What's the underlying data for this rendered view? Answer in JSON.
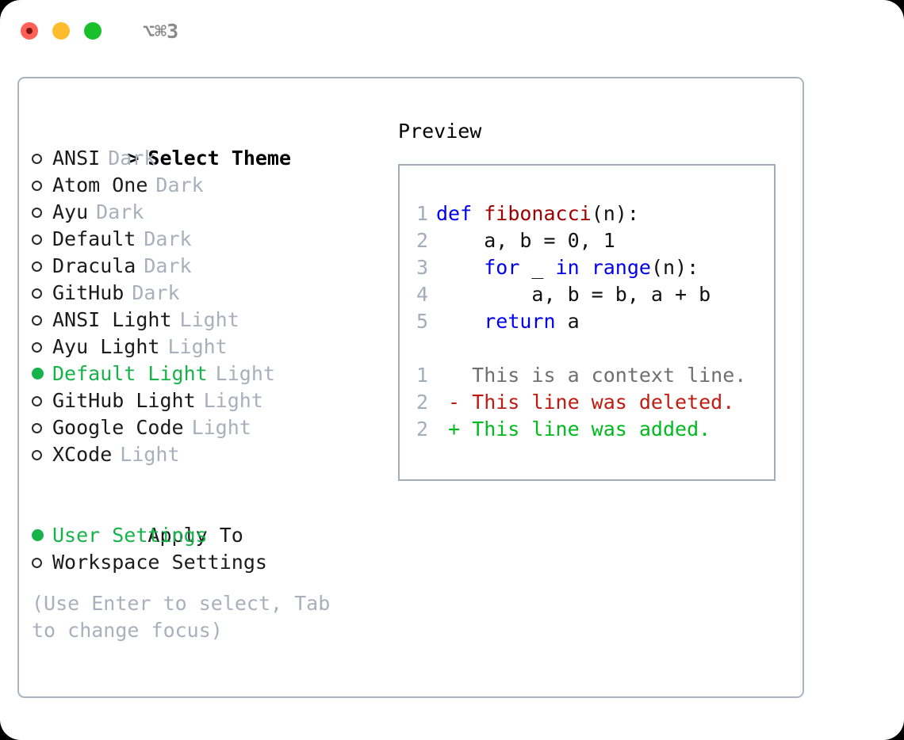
{
  "titlebar": {
    "shortcut": "⌥⌘3",
    "lights": [
      "close-red",
      "minimize-yellow",
      "zoom-green"
    ]
  },
  "theme_picker": {
    "heading_prefix": ">",
    "heading": "Select Theme",
    "items": [
      {
        "marker": "ring",
        "label": "ANSI",
        "suffix": "Dark",
        "selected": false
      },
      {
        "marker": "ring",
        "label": "Atom One",
        "suffix": "Dark",
        "selected": false
      },
      {
        "marker": "ring",
        "label": "Ayu",
        "suffix": "Dark",
        "selected": false
      },
      {
        "marker": "ring",
        "label": "Default",
        "suffix": "Dark",
        "selected": false
      },
      {
        "marker": "ring",
        "label": "Dracula",
        "suffix": "Dark",
        "selected": false
      },
      {
        "marker": "ring",
        "label": "GitHub",
        "suffix": "Dark",
        "selected": false
      },
      {
        "marker": "ring",
        "label": "ANSI Light",
        "suffix": "Light",
        "selected": false
      },
      {
        "marker": "ring",
        "label": "Ayu Light",
        "suffix": "Light",
        "selected": false
      },
      {
        "marker": "dot",
        "label": "Default Light",
        "suffix": "Light",
        "selected": true
      },
      {
        "marker": "ring",
        "label": "GitHub Light",
        "suffix": "Light",
        "selected": false
      },
      {
        "marker": "ring",
        "label": "Google Code",
        "suffix": "Light",
        "selected": false
      },
      {
        "marker": "ring",
        "label": "XCode",
        "suffix": "Light",
        "selected": false
      }
    ]
  },
  "apply_to": {
    "heading": "Apply To",
    "items": [
      {
        "marker": "dot",
        "label": "User Settings",
        "selected": true
      },
      {
        "marker": "ring",
        "label": "Workspace Settings",
        "selected": false
      }
    ]
  },
  "hint": "(Use Enter to select, Tab to change focus)",
  "preview": {
    "title": "Preview",
    "code_lines": [
      {
        "no": "1",
        "segments": [
          {
            "t": "def ",
            "c": "kw"
          },
          {
            "t": "fibonacci",
            "c": "fn"
          },
          {
            "t": "(n):",
            "c": "pl"
          }
        ]
      },
      {
        "no": "2",
        "segments": [
          {
            "t": "    a, b = 0, 1",
            "c": "pl"
          }
        ]
      },
      {
        "no": "3",
        "segments": [
          {
            "t": "    ",
            "c": "pl"
          },
          {
            "t": "for",
            "c": "kw"
          },
          {
            "t": " _ ",
            "c": "pl"
          },
          {
            "t": "in",
            "c": "kw"
          },
          {
            "t": " ",
            "c": "pl"
          },
          {
            "t": "range",
            "c": "kw"
          },
          {
            "t": "(n):",
            "c": "pl"
          }
        ]
      },
      {
        "no": "4",
        "segments": [
          {
            "t": "        a, b = b, a + b",
            "c": "pl"
          }
        ]
      },
      {
        "no": "5",
        "segments": [
          {
            "t": "    ",
            "c": "pl"
          },
          {
            "t": "return",
            "c": "kw"
          },
          {
            "t": " a",
            "c": "pl"
          }
        ]
      },
      {
        "no": "",
        "segments": []
      },
      {
        "no": "1",
        "segments": [
          {
            "t": "   This is a context line.",
            "c": "ctx"
          }
        ]
      },
      {
        "no": "2",
        "segments": [
          {
            "t": " - This line was deleted.",
            "c": "del"
          }
        ]
      },
      {
        "no": "2",
        "segments": [
          {
            "t": " + This line was added.",
            "c": "add"
          }
        ]
      }
    ]
  },
  "colors": {
    "accent_green": "#16b34a",
    "muted": "#a8b0bb",
    "keyword_blue": "#0000ee",
    "function_red": "#a00000",
    "diff_deleted": "#c11b11",
    "diff_added": "#00bb1e",
    "frame_border": "#aab4c0"
  }
}
